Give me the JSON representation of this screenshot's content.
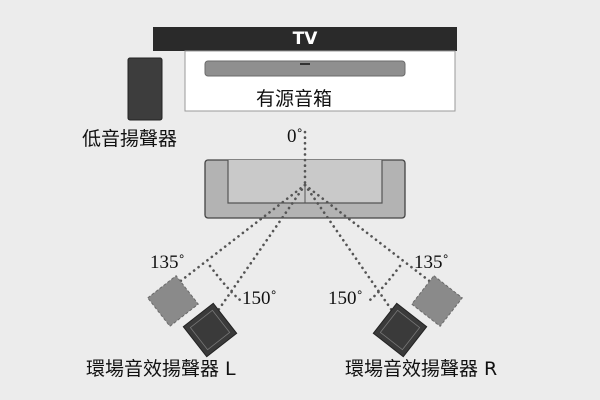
{
  "tv": {
    "label": "TV"
  },
  "soundbar": {
    "label": "有源音箱"
  },
  "subwoofer": {
    "label": "低音揚聲器"
  },
  "angles": {
    "front": "0˚",
    "left_inner": "135˚",
    "left_outer": "150˚",
    "right_inner": "150˚",
    "right_outer": "135˚"
  },
  "rear_left": {
    "label": "環場音效揚聲器 L"
  },
  "rear_right": {
    "label": "環場音效揚聲器 R"
  },
  "colors": {
    "tv_bar": "#2a2a2a",
    "speaker_dark": "#3a3a3a",
    "speaker_gray": "#8a8a8a",
    "sofa": "#b3b3b3",
    "background": "#ececec"
  }
}
